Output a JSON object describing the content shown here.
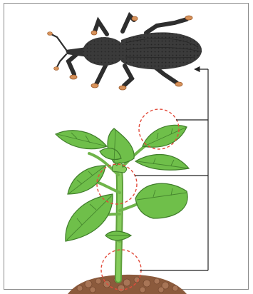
{
  "figure": {
    "subject_insect": "weevil",
    "subject_plant": "seedling",
    "colors": {
      "weevil_body": "#3b3b3b",
      "weevil_tarsi": "#d7925a",
      "leaf": "#6fbf4a",
      "leaf_vein": "#3f7d2a",
      "stem": "#7cc456",
      "soil": "#9a6b4d",
      "target_circle": "#e24b3b",
      "connector": "#222222"
    },
    "target_zones": [
      "upper-leaf",
      "growing-tip",
      "stem-base"
    ]
  }
}
